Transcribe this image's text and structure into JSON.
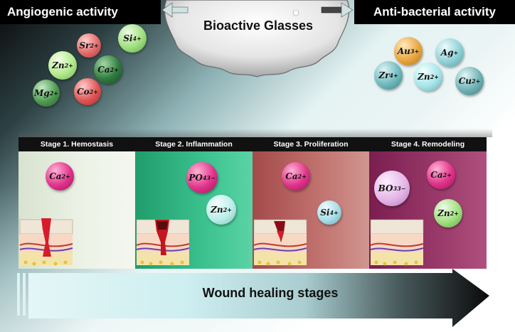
{
  "header": {
    "left_title": "Angiogenic activity",
    "right_title": "Anti-bacterial activity",
    "center_label": "Bioactive Glasses"
  },
  "angiogenic_ions": [
    {
      "symbol": "Sr",
      "charge": "2+",
      "color": "#e26a6a"
    },
    {
      "symbol": "Si",
      "charge": "4+",
      "color": "#9fe07e"
    },
    {
      "symbol": "Zn",
      "charge": "2+",
      "color": "#b3ea8e"
    },
    {
      "symbol": "Ca",
      "charge": "2+",
      "color": "#2f7b3f"
    },
    {
      "symbol": "Mg",
      "charge": "2+",
      "color": "#4e9a52"
    },
    {
      "symbol": "Co",
      "charge": "2+",
      "color": "#e05555"
    }
  ],
  "antibacterial_ions": [
    {
      "symbol": "Au",
      "charge": "3+",
      "color": "#e8a640"
    },
    {
      "symbol": "Ag",
      "charge": "+",
      "color": "#8fd1d6"
    },
    {
      "symbol": "Zr",
      "charge": "4+",
      "color": "#6fb9bd"
    },
    {
      "symbol": "Zn",
      "charge": "2+",
      "color": "#a8e6e9"
    },
    {
      "symbol": "Cu",
      "charge": "2+",
      "color": "#6fb1b5"
    }
  ],
  "stages": [
    {
      "label": "Stage 1. Hemostasis",
      "bg": "#dfe8d8"
    },
    {
      "label": "Stage 2. Inflammation",
      "bg": "#2fae78"
    },
    {
      "label": "Stage 3. Proliferation",
      "bg": "#b55a58"
    },
    {
      "label": "Stage 4. Remodeling",
      "bg": "#8a2a5a"
    }
  ],
  "stage_ions": {
    "s1_ca": {
      "symbol": "Ca",
      "charge": "2+",
      "color": "#e0338a"
    },
    "s2_po": {
      "symbol": "PO",
      "sub": "4",
      "charge": "3−",
      "color": "#e0338a"
    },
    "s2_zn": {
      "symbol": "Zn",
      "charge": "2+",
      "color": "#bdeee8"
    },
    "s3_ca": {
      "symbol": "Ca",
      "charge": "2+",
      "color": "#e0338a"
    },
    "s3_si": {
      "symbol": "Si",
      "charge": "4+",
      "color": "#a6dde8"
    },
    "s4_bo": {
      "symbol": "BO",
      "sub": "3",
      "charge": "3−",
      "color": "#e5b6e8"
    },
    "s4_ca": {
      "symbol": "Ca",
      "charge": "2+",
      "color": "#e0338a"
    },
    "s4_zn": {
      "symbol": "Zn",
      "charge": "2+",
      "color": "#9fe07e"
    }
  },
  "footer": {
    "arrow_label": "Wound healing stages"
  }
}
